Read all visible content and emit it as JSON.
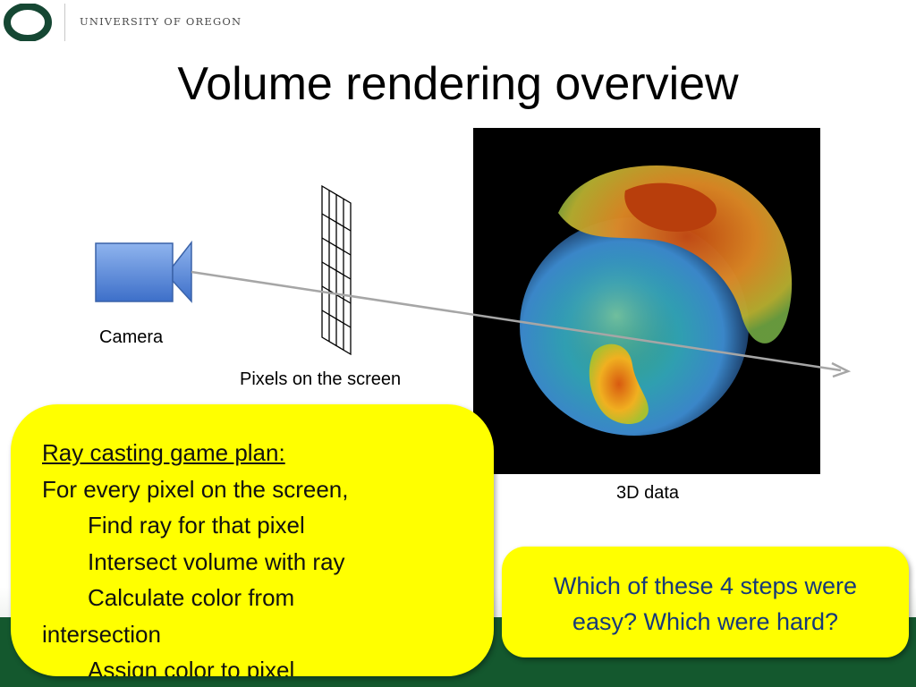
{
  "header": {
    "university_name": "UNIVERSITY OF OREGON",
    "logo_icon": "uo-o-logo-icon",
    "brand_green": "#154733",
    "brand_yellow": "#FEE123"
  },
  "slide": {
    "title": "Volume rendering overview"
  },
  "diagram": {
    "camera_label": "Camera",
    "pixels_label": "Pixels on the screen",
    "data_label": "3D data",
    "camera_icon": "video-camera-icon",
    "ray_color": "#a6a6a6",
    "camera_color": "#4f81d9"
  },
  "plan": {
    "heading": "Ray casting game plan:",
    "lines": [
      "For every pixel on the screen,",
      "Find ray for that pixel",
      "Intersect volume with ray",
      "Calculate color from",
      "intersection",
      "Assign color to pixel"
    ]
  },
  "question": {
    "line1": "Which of these 4 steps were",
    "line2": "easy?  Which were hard?"
  }
}
